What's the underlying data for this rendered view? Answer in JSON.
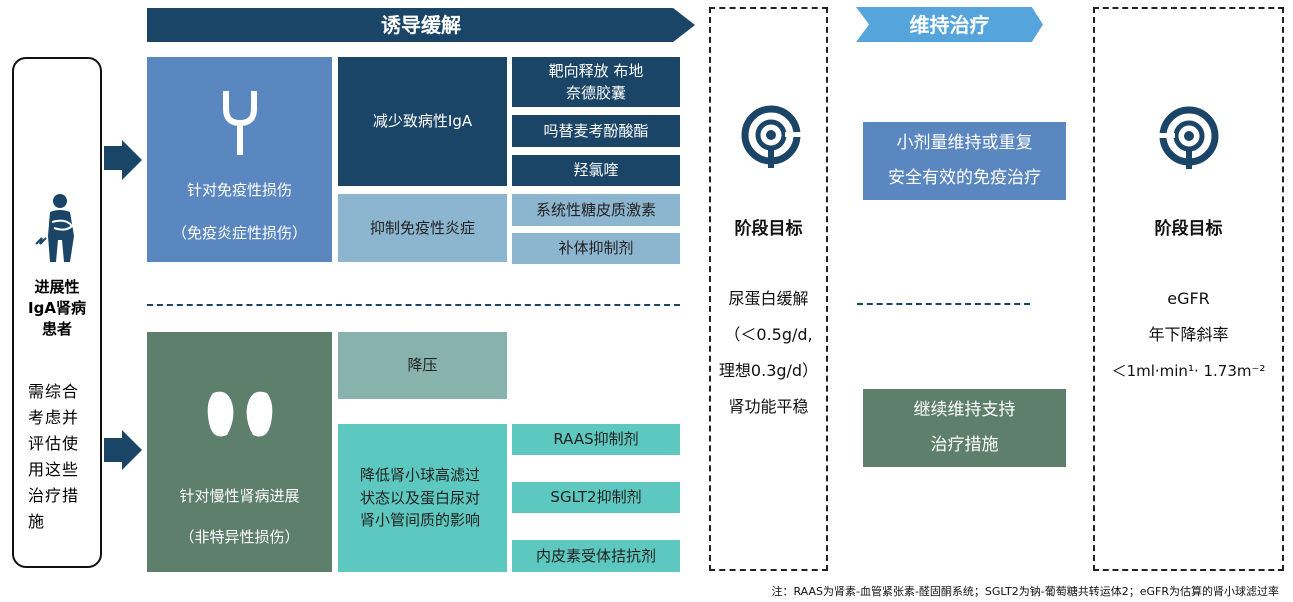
{
  "patient": {
    "title_lines": [
      "进展性",
      "IgA肾病",
      "患者"
    ],
    "note": "需综合考虑并评估使用这些治疗措施"
  },
  "induction": {
    "header": "诱导缓解",
    "immune": {
      "title": "针对免疫性损伤",
      "subtitle": "（免疫炎症性损伤）",
      "reduce_iga": "减少致病性IgA",
      "reduce_drugs": [
        "靶向释放 布地奈德胶囊",
        "吗替麦考酚酸酯",
        "羟氯喹"
      ],
      "inflammation": "抑制免疫性炎症",
      "inflammation_drugs": [
        "系统性糖皮质激素",
        "补体抑制剂"
      ]
    },
    "ckd": {
      "title": "针对慢性肾病进展",
      "subtitle": "（非特异性损伤）",
      "bp": "降压",
      "hyperfiltration": "降低肾小球高滤过状态以及蛋白尿对肾小管间质的影响",
      "drugs": [
        "RAAS抑制剂",
        "SGLT2抑制剂",
        "内皮素受体拮抗剂"
      ]
    }
  },
  "goal1": {
    "title": "阶段目标",
    "lines": [
      "尿蛋白缓解",
      "（＜0.5g/d,",
      "理想0.3g/d）",
      "肾功能平稳"
    ]
  },
  "maintenance": {
    "header": "维持治疗",
    "upper": [
      "小剂量维持或重复",
      "安全有效的免疫治疗"
    ],
    "lower": [
      "继续维持支持",
      "治疗措施"
    ]
  },
  "goal2": {
    "title": "阶段目标",
    "lines": [
      "eGFR",
      "年下降斜率",
      "＜1ml·min¹· 1.73m⁻²"
    ]
  },
  "footnote": "注：RAAS为肾素-血管紧张素-醛固酮系统；SGLT2为钠-葡萄糖共转运体2；eGFR为估算的肾小球滤过率",
  "colors": {
    "navy": "#1b4567",
    "blue": "#5b87c0",
    "green": "#5e7f6c",
    "light_blue": "#55a5dc"
  }
}
